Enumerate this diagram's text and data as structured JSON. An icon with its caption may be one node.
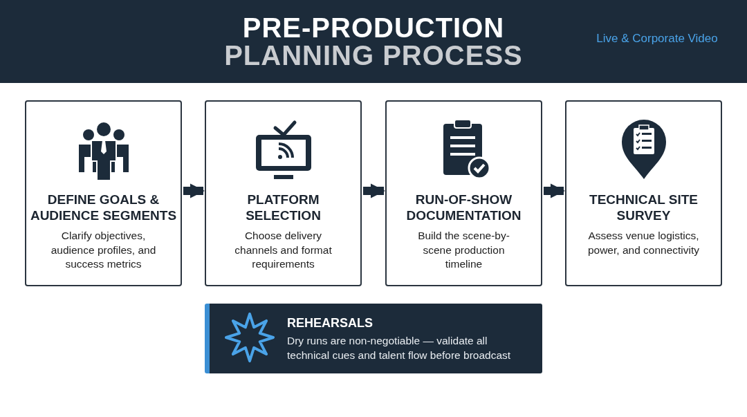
{
  "diagram": {
    "title": "PRE-PRODUCTION PLANNING PROCESS",
    "nodes": [
      {
        "text": [
          "DEFINE GOALS & AUDIENCE SEGMENTS",
          "Clarify objectives, audience profiles, and success metrics"
        ]
      },
      {
        "text": [
          "PLATFORM SELECTION",
          "Choose delivery channels and format requirements"
        ]
      },
      {
        "text": [
          "RUN-OF-SHOW DOCUMENTATION",
          "Build the scene-by-scene production timeline"
        ]
      },
      {
        "text": [
          "TECHNICAL SITE SURVEY",
          "Assess venue logistics, power, and connectivity"
        ]
      },
      {
        "text": [
          "REHEARSALS",
          "Dry runs are non-negotiable — validate all technical cues and talent flow before broadcast"
        ]
      }
    ],
    "edges": [
      {
        "from": 0,
        "to": 1,
        "arrow": "to"
      },
      {
        "from": 1,
        "to": 2,
        "arrow": "to"
      },
      {
        "from": 2,
        "to": 3,
        "arrow": "to"
      }
    ],
    "labels": [
      "Live & Corporate Video"
    ]
  }
}
